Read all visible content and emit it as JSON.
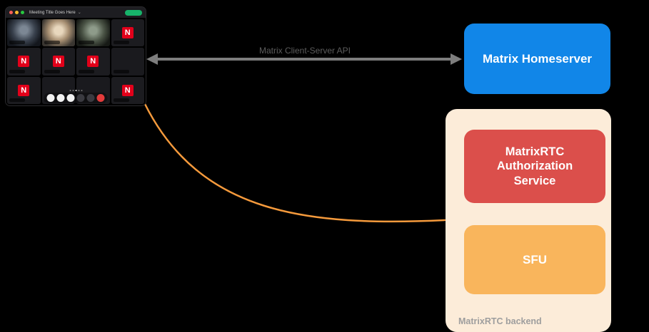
{
  "call_app": {
    "title": "Meeting Title Goes Here",
    "logo_letter": "N",
    "pagination_dots": 5,
    "active_dot_index": 2,
    "tiles": [
      "person1",
      "person2",
      "person3",
      "logo",
      "logo",
      "logo",
      "logo",
      "dark",
      "logo",
      "dark",
      "dark",
      "logo"
    ],
    "controls": [
      {
        "name": "mic-button",
        "style": "white"
      },
      {
        "name": "camera-button",
        "style": "white"
      },
      {
        "name": "screenshare-button",
        "style": "white"
      },
      {
        "name": "more-button",
        "style": "darkc"
      },
      {
        "name": "overflow-button",
        "style": "darkc"
      },
      {
        "name": "leave-call-button",
        "style": "red"
      }
    ]
  },
  "diagram": {
    "arrow_label": "Matrix Client-Server API",
    "homeserver_label": "Matrix Homeserver",
    "auth_label": "MatrixRTC Authorization Service",
    "sfu_label": "SFU",
    "backend_label": "MatrixRTC backend",
    "colors": {
      "homeserver": "#1186e8",
      "auth": "#db4f4b",
      "sfu": "#f9b55c",
      "backend_bg": "#fcecd9",
      "arrow": "#7d7d7d",
      "arrow_label_text": "#5c5c5c",
      "connector": "#f59a3c",
      "backend_label_text": "#9e9e9e",
      "background": "#000000",
      "logo_red": "#e2001a"
    }
  },
  "icons": {
    "chevron_down": "⌄"
  }
}
